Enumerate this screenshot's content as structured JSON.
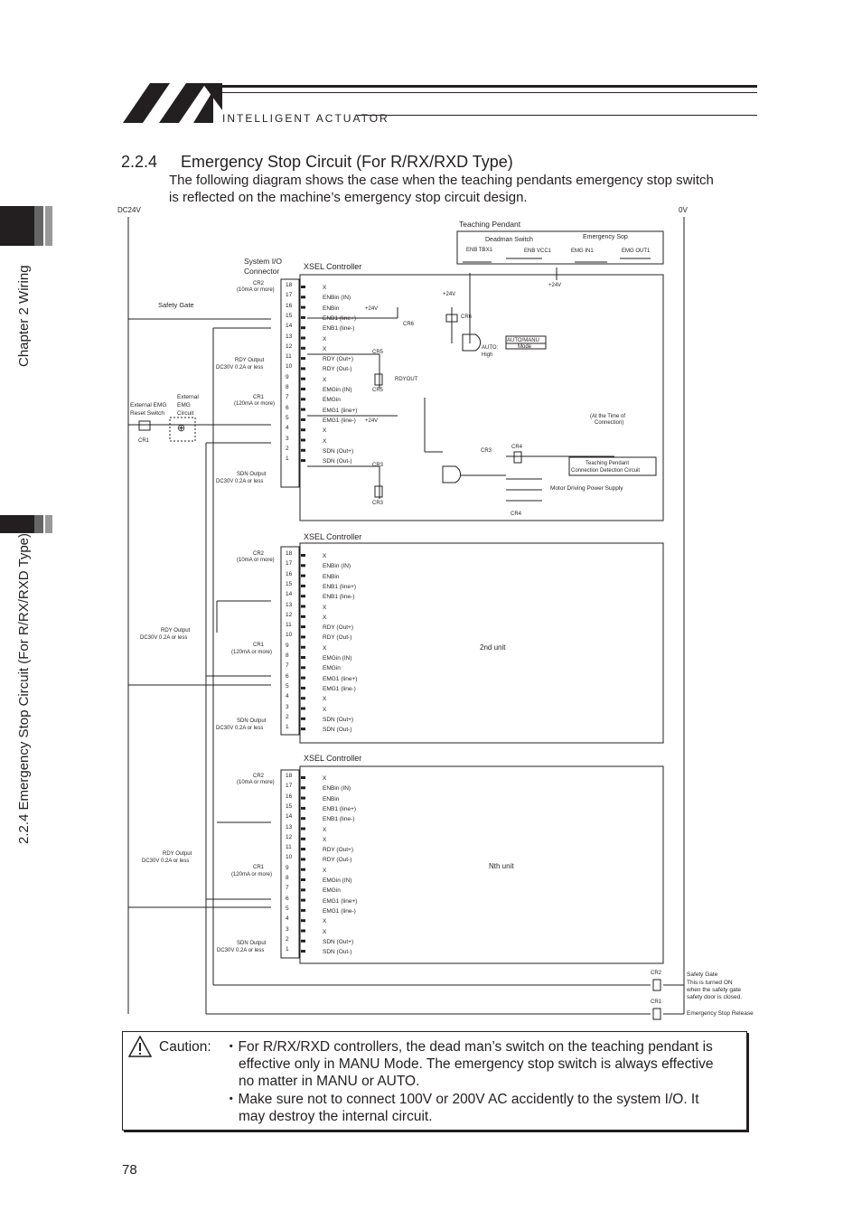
{
  "header": {
    "logo_text": "INTELLIGENT ACTUATOR"
  },
  "section": {
    "number": "2.2.4",
    "title": "Emergency Stop Circuit (For R/RX/RXD Type)",
    "intro_line1": "The following diagram shows the case when the teaching pendants emergency stop switch",
    "intro_line2": "is reflected on the machine’s emergency stop circuit design."
  },
  "side_tabs": {
    "chapter": "Chapter 2 Wiring",
    "subsection": "2.2.4 Emergency Stop Circuit (For R/RX/RXD Type)"
  },
  "diagram": {
    "dc24v": "DC24V",
    "ov": "0V",
    "teaching_pendant": "Teaching Pendant",
    "deadman_switch": "Deadman Switch",
    "emergency_stop": "Emergency Sop",
    "enb_tbx1": "ENB TBX1",
    "enb_vcc1": "ENB VCC1",
    "emg_in1": "EMG IN1",
    "emg_out1": "EMG OUT1",
    "system_io": "System I/O",
    "connector": "Connector",
    "xsel_controller": "XSEL Controller",
    "safety_gate": "Safety Gate",
    "cr2": "CR2",
    "cr2_rating": "(10mA or more)",
    "cr2_rating_b": "(10mA  or more)",
    "cr1": "CR1",
    "cr1_rating": "(120mA or more)",
    "cr1_rating_b": "(120mA  or more)",
    "cr3": "CR3",
    "cr4": "CR4",
    "cr5": "CR5",
    "cr6": "CR6",
    "plus24v": "+24V",
    "rdy_output": "RDY Output",
    "sdn_output": "SDN Output",
    "dc30v": "DC30V 0.2A or less",
    "external_emg_reset": "External EMG",
    "reset_switch": "Reset Switch",
    "external": "External",
    "emg": "EMG",
    "circuit": "Circuit",
    "rdyout": "RDYOUT",
    "auto": "AUTO:",
    "high": "High",
    "auto_manu": "AUTO/MANU",
    "mode": "Mode",
    "at_the_time_of": "(At the Time of",
    "connection": "Connection)",
    "tp_conn_det1": "Teaching Pendant",
    "tp_conn_det2": "Connection Detection Circuit",
    "motor_power": "Motor Driving Power Supply",
    "second_unit": "2nd unit",
    "nth_unit": "Nth unit",
    "safety_gate_note1": "Safety Gate",
    "safety_gate_note2": "This is turned ON",
    "safety_gate_note3": "when the safety gate",
    "safety_gate_note4": "safety door is closed.",
    "emergency_stop_release": "Emergency Stop Release",
    "pin_numbers": [
      "18",
      "17",
      "16",
      "15",
      "14",
      "13",
      "12",
      "11",
      "10",
      "9",
      "8",
      "7",
      "6",
      "5",
      "4",
      "3",
      "2",
      "1"
    ],
    "pin_labels_first": [
      "X",
      "ENBin (IN)",
      "ENBin",
      "ENB1 (line+)",
      "ENB1 (line-)",
      "X",
      "X",
      "RDY (Out+)",
      "RDY (Out-)",
      "X",
      "EMGin (IN)",
      "EMGin",
      "EMG1 (line+)",
      "EMG1 (line-)",
      "X",
      "X",
      "SDN (Out+)",
      "SDN (Out-)"
    ],
    "pin_labels": [
      "X",
      "ENBin (IN)",
      "ENBin",
      "ENB1 (line+)",
      "ENB1 (line-)",
      "X",
      "X",
      "RDY (Out+)",
      "RDY (Out-)",
      "X",
      "EMGin (IN)",
      "EMGin",
      "EMG1 (line+)",
      "EMG1 (line-)",
      "X",
      "X",
      "SDN (Out+)",
      "SDN (Out-)"
    ]
  },
  "caution": {
    "label": "Caution:",
    "bullet1": "・For R/RX/RXD controllers, the dead man’s switch on the teaching pendant is",
    "bullet1_cont1": "effective only in MANU Mode. The emergency stop switch is always effective",
    "bullet1_cont2": "no matter in MANU or AUTO.",
    "bullet2": "・Make sure not to connect 100V or 200V AC accidently to the system I/O. It",
    "bullet2_cont1": "may destroy the internal circuit."
  },
  "page_number": "78"
}
